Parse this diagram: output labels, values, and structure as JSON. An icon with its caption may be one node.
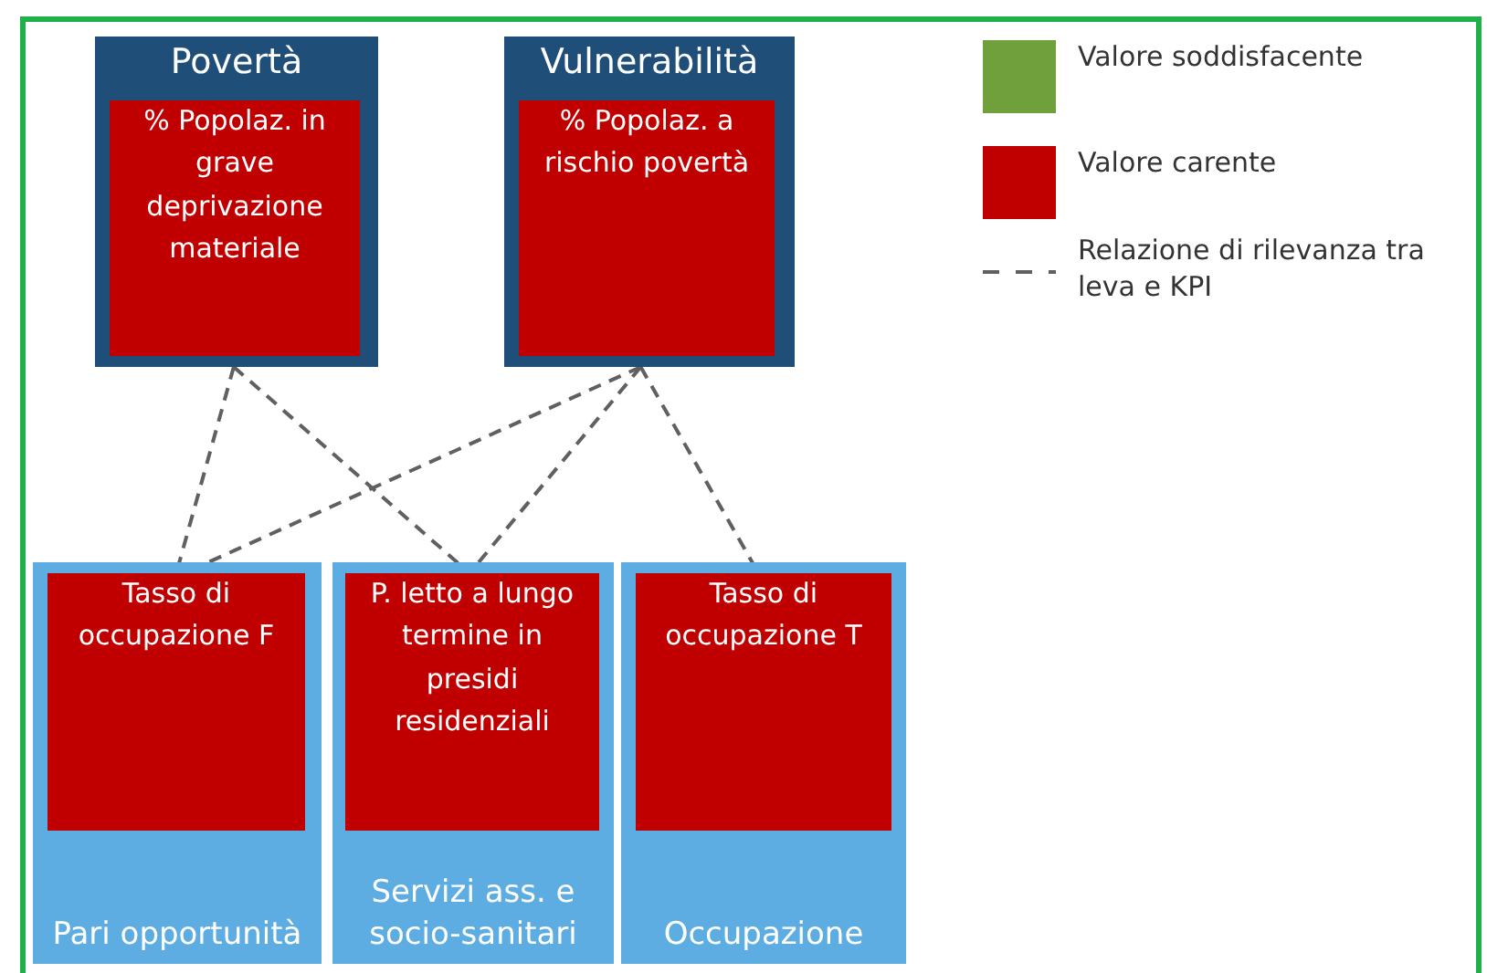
{
  "diagram": {
    "nodes": [
      {
        "text": [
          "Povertà"
        ]
      },
      {
        "text": [
          "% Popolaz. in grave deprivazione materiale"
        ],
        "in": 0
      },
      {
        "text": [
          "Vulnerabilità"
        ]
      },
      {
        "text": [
          "% Popolaz. a rischio povertà"
        ],
        "in": 2
      },
      {
        "text": [
          "Pari opportunità"
        ]
      },
      {
        "text": [
          "Tasso di occupazione F"
        ],
        "in": 4
      },
      {
        "text": [
          "Servizi ass. e socio-sanitari"
        ]
      },
      {
        "text": [
          "P. letto a lungo termine in presidi residenziali"
        ],
        "in": 6
      },
      {
        "text": [
          "Occupazione"
        ]
      },
      {
        "text": [
          "Tasso di occupazione T"
        ],
        "in": 8
      }
    ],
    "edges": [
      {
        "from": 0,
        "to": 5,
        "arrow": "none",
        "style": "dashed"
      },
      {
        "from": 0,
        "to": 7,
        "arrow": "none",
        "style": "dashed"
      },
      {
        "from": 2,
        "to": 5,
        "arrow": "none",
        "style": "dashed"
      },
      {
        "from": 2,
        "to": 7,
        "arrow": "none",
        "style": "dashed"
      },
      {
        "from": 2,
        "to": 9,
        "arrow": "none",
        "style": "dashed"
      }
    ],
    "legend": [
      {
        "text": "Valore soddisfacente",
        "color": "#70a03c"
      },
      {
        "text": "Valore carente",
        "color": "#c00000"
      },
      {
        "text": "Relazione di rilevanza tra leva e KPI"
      }
    ]
  }
}
